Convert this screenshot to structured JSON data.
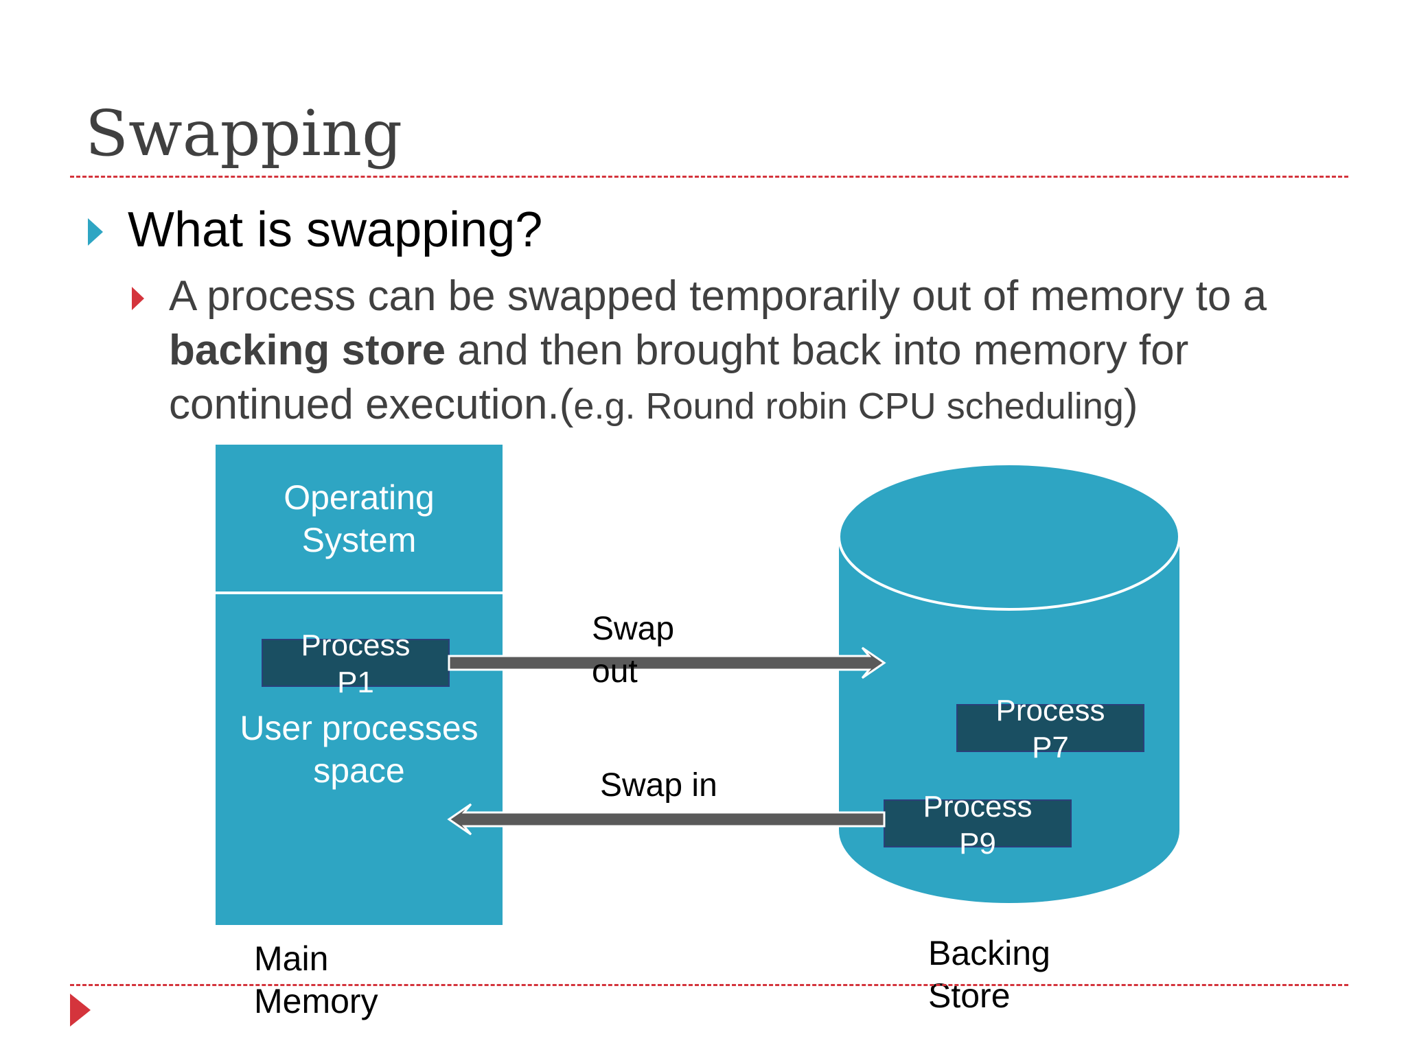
{
  "slide": {
    "title": "Swapping",
    "bullet_1": "What is swapping?",
    "sub_bullet": {
      "part_1": "A process can be swapped temporarily out of memory to a ",
      "bold": "backing store",
      "part_2": " and then brought back into memory for continued execution.(",
      "small": "e.g. Round robin CPU scheduling",
      "part_3": ")"
    }
  },
  "diagram": {
    "memory": {
      "os_line_1": "Operating",
      "os_line_2": "System",
      "process_p1_line_1": "Process",
      "process_p1_line_2": "P1",
      "user_space_line_1": "User processes",
      "user_space_line_2": "space",
      "caption_line_1": "Main",
      "caption_line_2": "Memory"
    },
    "arrows": {
      "swap_out_line_1": "Swap",
      "swap_out_line_2": "out",
      "swap_in": "Swap in"
    },
    "backing_store": {
      "process_p7_line_1": "Process",
      "process_p7_line_2": "P7",
      "process_p9_line_1": "Process",
      "process_p9_line_2": "P9",
      "caption_line_1": "Backing",
      "caption_line_2": "Store"
    }
  },
  "colors": {
    "accent_red": "#d4343c",
    "accent_blue": "#2ea5c3",
    "teal_fill": "#2ea5c3",
    "process_box": "#1a4f62",
    "arrow_gray": "#5a5a5a"
  }
}
